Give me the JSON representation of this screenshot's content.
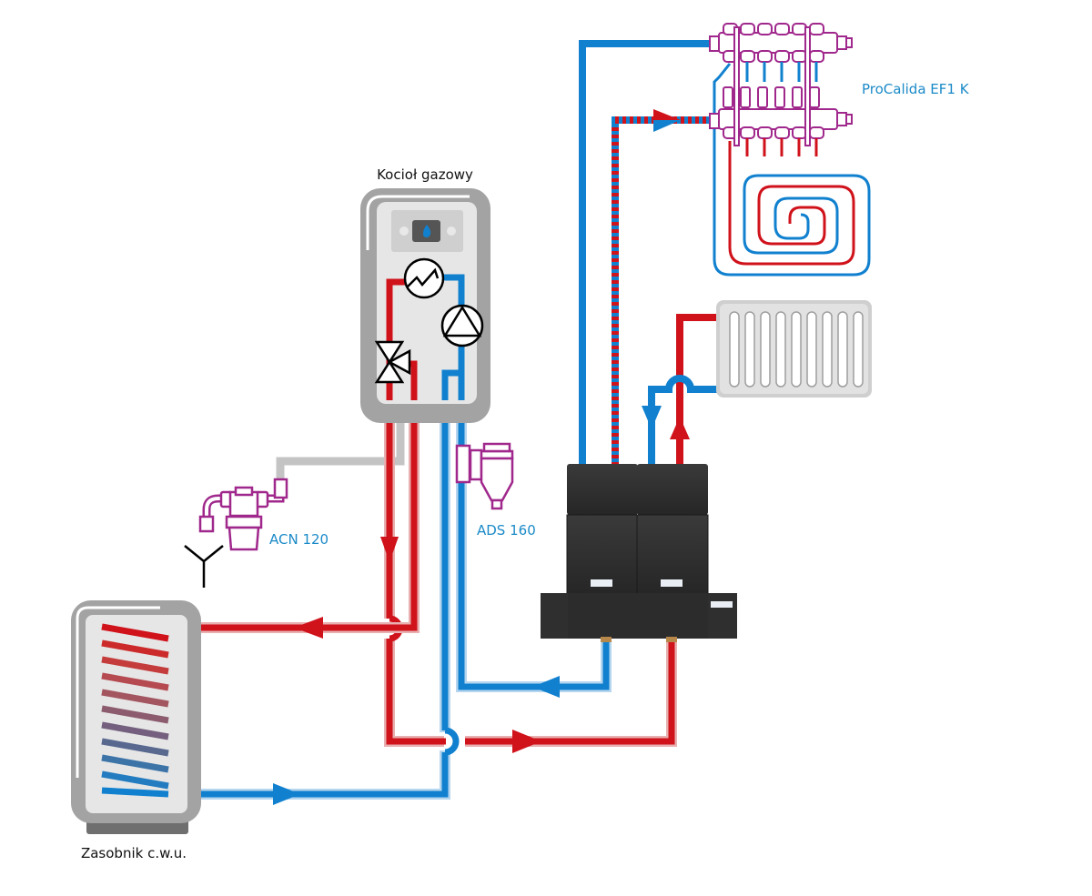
{
  "title": "Heating system schematic",
  "colors": {
    "hot": "#d0121b",
    "cold": "#1181cf",
    "accent_purple": "#a0288c",
    "label_blue": "#1b8ac8",
    "grey_pipe": "#c4c4c4"
  },
  "labels": {
    "boiler": "Kocioł gazowy",
    "tank": "Zasobnik c.w.u.",
    "manifold": "ProCalida EF1 K",
    "acn": "ACN 120",
    "ads": "ADS 160"
  },
  "components": [
    {
      "id": "boiler",
      "name": "Kocioł gazowy",
      "icons": [
        "flame-icon",
        "heat-exchanger-icon",
        "pump-icon",
        "three-way-valve-icon"
      ]
    },
    {
      "id": "tank",
      "name": "Zasobnik c.w.u."
    },
    {
      "id": "manifold",
      "name": "ProCalida EF1 K"
    },
    {
      "id": "acn",
      "name": "ACN 120"
    },
    {
      "id": "ads",
      "name": "ADS 160"
    },
    {
      "id": "hydraulic-module",
      "name": "Pump group module"
    },
    {
      "id": "radiator",
      "name": "Radiator"
    },
    {
      "id": "floor-heating",
      "name": "Floor heating loop"
    },
    {
      "id": "drain",
      "name": "Drain"
    }
  ]
}
